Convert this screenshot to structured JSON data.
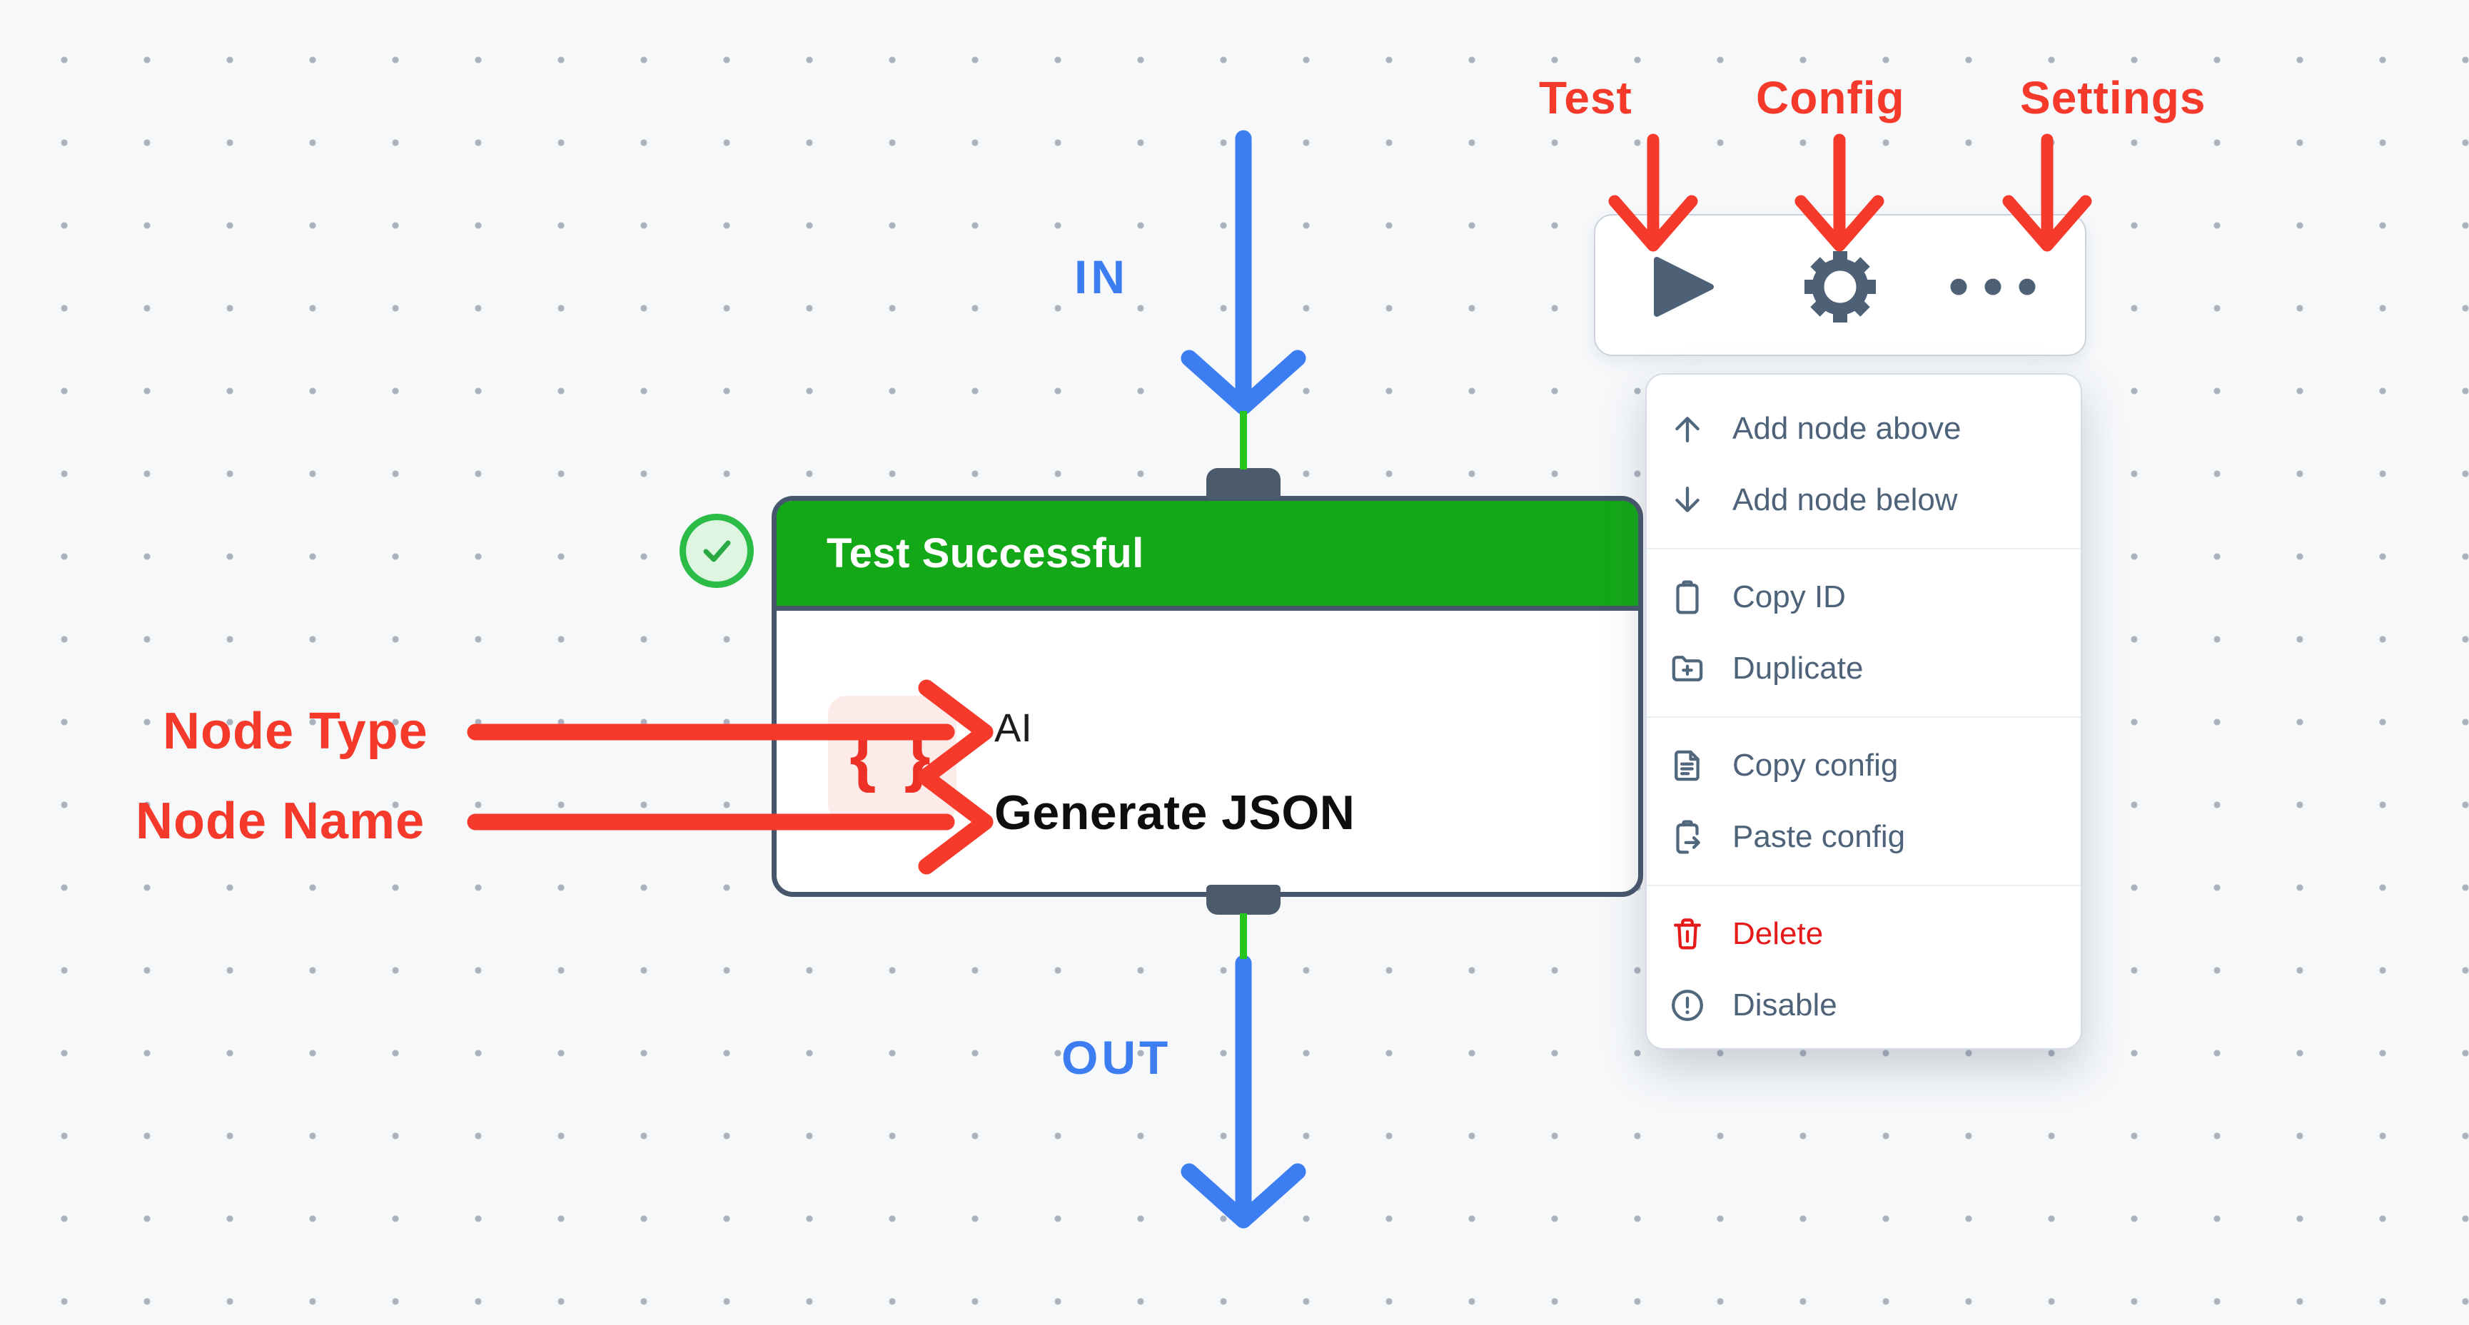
{
  "canvas": {
    "background": "#f6f8fa",
    "dot_color": "#aab3bf"
  },
  "colors": {
    "annotation_red": "#f5392b",
    "annotation_blue": "#3c7df2",
    "node_header_green": "#13a817",
    "wire_green": "#27c41d",
    "slate_icon": "#4e6379",
    "danger_red": "#e51a1a",
    "node_border": "#46566b"
  },
  "annotations": {
    "test": "Test",
    "config": "Config",
    "settings": "Settings",
    "node_type": "Node Type",
    "node_name": "Node Name",
    "in": "IN",
    "out": "OUT"
  },
  "toolbar": {
    "buttons": [
      {
        "icon": "play-icon",
        "meaning": "Test"
      },
      {
        "icon": "gear-icon",
        "meaning": "Config"
      },
      {
        "icon": "ellipsis-icon",
        "meaning": "Settings"
      }
    ]
  },
  "node": {
    "status_banner": "Test Successful",
    "status_icon": "check-circle-icon",
    "type_badge": "{ }",
    "type_badge_icon": "curly-braces-icon",
    "type": "AI",
    "name": "Generate JSON"
  },
  "menu": {
    "groups": [
      {
        "items": [
          {
            "icon": "arrow-up-icon",
            "label": "Add node above"
          },
          {
            "icon": "arrow-down-icon",
            "label": "Add node below"
          }
        ]
      },
      {
        "items": [
          {
            "icon": "clipboard-icon",
            "label": "Copy ID"
          },
          {
            "icon": "folder-plus-icon",
            "label": "Duplicate"
          }
        ]
      },
      {
        "items": [
          {
            "icon": "file-text-icon",
            "label": "Copy config"
          },
          {
            "icon": "clipboard-paste-icon",
            "label": "Paste config"
          }
        ]
      },
      {
        "items": [
          {
            "icon": "trash-icon",
            "label": "Delete",
            "danger": true
          },
          {
            "icon": "alert-circle-icon",
            "label": "Disable"
          }
        ]
      }
    ]
  }
}
